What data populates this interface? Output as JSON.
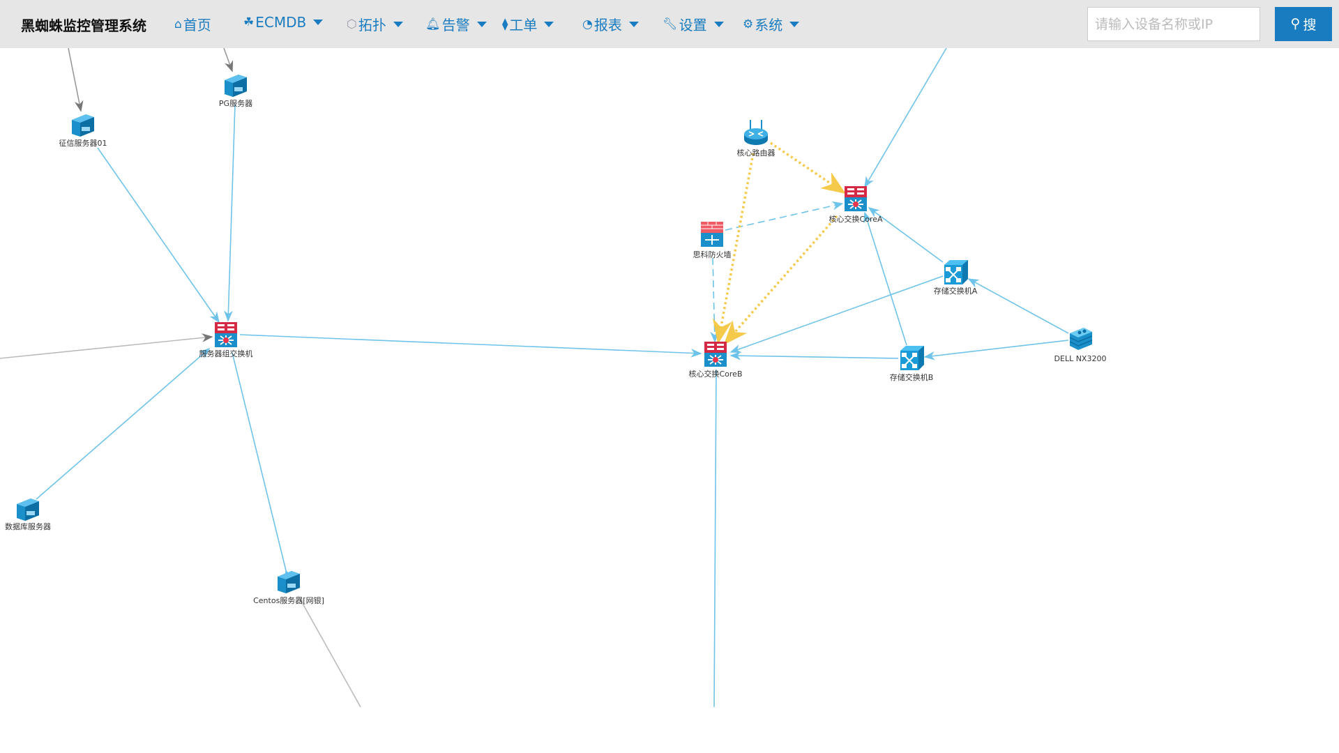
{
  "navbar": {
    "brand": "黑蜘蛛监控管理系统",
    "items": [
      {
        "label": "首页",
        "icon": "home-icon"
      },
      {
        "label": "ECMDB",
        "icon": "cubes-icon"
      },
      {
        "label": "拓扑",
        "icon": "topology-icon"
      },
      {
        "label": "告警",
        "icon": "bell-icon"
      },
      {
        "label": "工单",
        "icon": "ticket-icon"
      },
      {
        "label": "报表",
        "icon": "dashboard-icon"
      },
      {
        "label": "设置",
        "icon": "wrench-icon"
      },
      {
        "label": "系统",
        "icon": "gears-icon"
      }
    ],
    "search": {
      "placeholder": "请输入设备名称或IP",
      "value": "",
      "button_label": "搜"
    }
  },
  "topology": {
    "nodes": [
      {
        "label": "征信服务器01",
        "type": "server"
      },
      {
        "label": "PG服务器",
        "type": "server"
      },
      {
        "label": "服务器组交换机",
        "type": "core-switch"
      },
      {
        "label": "数据库服务器",
        "type": "server"
      },
      {
        "label": "Centos服务器[网银]",
        "type": "server"
      },
      {
        "label": "核心路由器",
        "type": "router"
      },
      {
        "label": "核心交换CoreA",
        "type": "core-switch"
      },
      {
        "label": "思科防火墙",
        "type": "firewall"
      },
      {
        "label": "核心交换CoreB",
        "type": "core-switch"
      },
      {
        "label": "存储交换机A",
        "type": "switch"
      },
      {
        "label": "存储交换机B",
        "type": "switch"
      },
      {
        "label": "DELL NX3200",
        "type": "storage"
      }
    ],
    "colors": {
      "link": "#6ec3ea",
      "dashed": "#6ec3ea",
      "dotted": "#f5c94a",
      "gray": "#999999",
      "accent": "#1a7cc0"
    }
  }
}
